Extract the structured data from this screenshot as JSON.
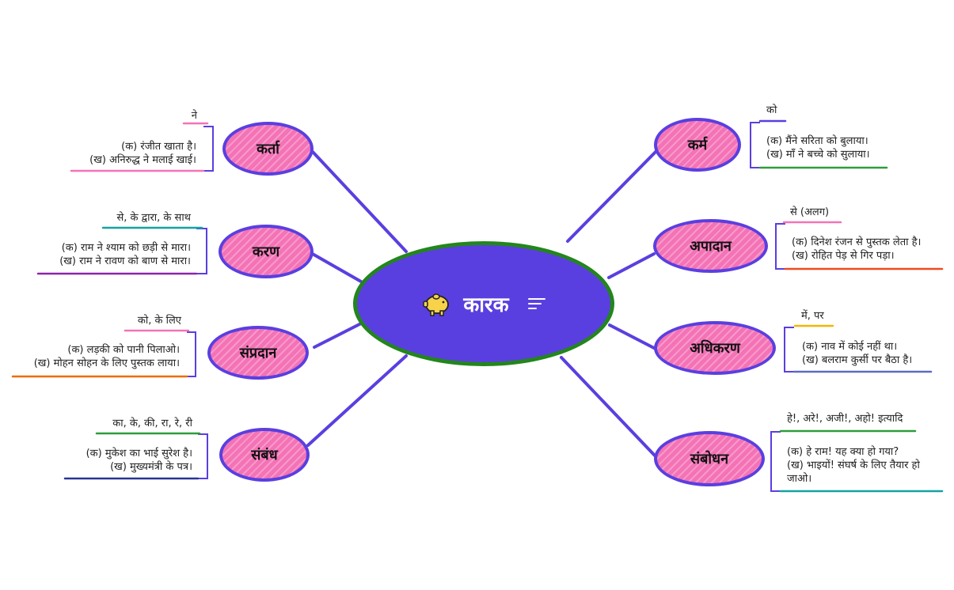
{
  "title": "कारक",
  "icons": {
    "centre": "piggy-bank-icon",
    "centre_menu": "notes-lines-icon"
  },
  "colors": {
    "node_fill": "#f472b6",
    "node_border": "#5a3fe0",
    "centre_fill": "#5a3fe0",
    "centre_border": "#23861c",
    "link": "#5a3fe0",
    "bracket": "#5a3fe0"
  },
  "branches": [
    {
      "id": "karta",
      "label": "कर्ता",
      "keyword": "ने",
      "examples": [
        "(क) रंजीत खाता है।",
        "(ख) अनिरुद्ध ने मलाई खाई।"
      ],
      "accent": "#f472b6",
      "side": "left"
    },
    {
      "id": "karan",
      "label": "करण",
      "keyword": "से, के द्वारा, के साथ",
      "examples": [
        "(क) राम ने श्याम को छड़ी से मारा।",
        "(ख) राम ने रावण को बाण से मारा।"
      ],
      "accent": "#8e24aa",
      "keyword_accent": "#14a3a3",
      "side": "left"
    },
    {
      "id": "sampradan",
      "label": "संप्रदान",
      "keyword": "को, के लिए",
      "examples": [
        "(क) लड़की को पानी पिलाओ।",
        "(ख) मोहन सोहन के लिए पुस्तक लाया।"
      ],
      "accent": "#ef6c00",
      "keyword_accent": "#f472b6",
      "side": "left"
    },
    {
      "id": "sambandh",
      "label": "संबंध",
      "keyword": "का, के, की, रा, रे, री",
      "examples": [
        "(क) मुकेश का भाई सुरेश है।",
        "(ख) मुख्यमंत्री के पत्र।"
      ],
      "accent": "#283593",
      "keyword_accent": "#2e9d3a",
      "side": "left"
    },
    {
      "id": "karm",
      "label": "कर्म",
      "keyword": "को",
      "examples": [
        "(क) मैंने सरिता को बुलाया।",
        "(ख) माँ ने बच्चे को सुलाया।"
      ],
      "accent": "#2e9d3a",
      "keyword_accent": "#5a3fe0",
      "side": "right"
    },
    {
      "id": "apadan",
      "label": "अपादान",
      "keyword": "से (अलग)",
      "examples": [
        "(क) दिनेश रंजन से पुस्तक लेता है।",
        "(ख) रोहित पेड़ से गिर पड़ा।"
      ],
      "accent": "#ef4a1f",
      "keyword_accent": "#f472b6",
      "side": "right"
    },
    {
      "id": "adhikaran",
      "label": "अधिकरण",
      "keyword": "में, पर",
      "examples": [
        "(क) नाव में कोई नहीं था।",
        "(ख) बलराम कुर्सी पर बैठा है।"
      ],
      "accent": "#5c6bc0",
      "keyword_accent": "#f2b705",
      "side": "right"
    },
    {
      "id": "sambodhan",
      "label": "संबोधन",
      "keyword": "हे!, अरे!, अजी!, अहो! इत्यादि",
      "examples": [
        "(क) हे राम! यह क्या हो गया?",
        "(ख) भाइयों! संघर्ष के लिए तैयार हो जाओ।"
      ],
      "accent": "#14a3a3",
      "keyword_accent": "#2e9d3a",
      "side": "right"
    }
  ]
}
